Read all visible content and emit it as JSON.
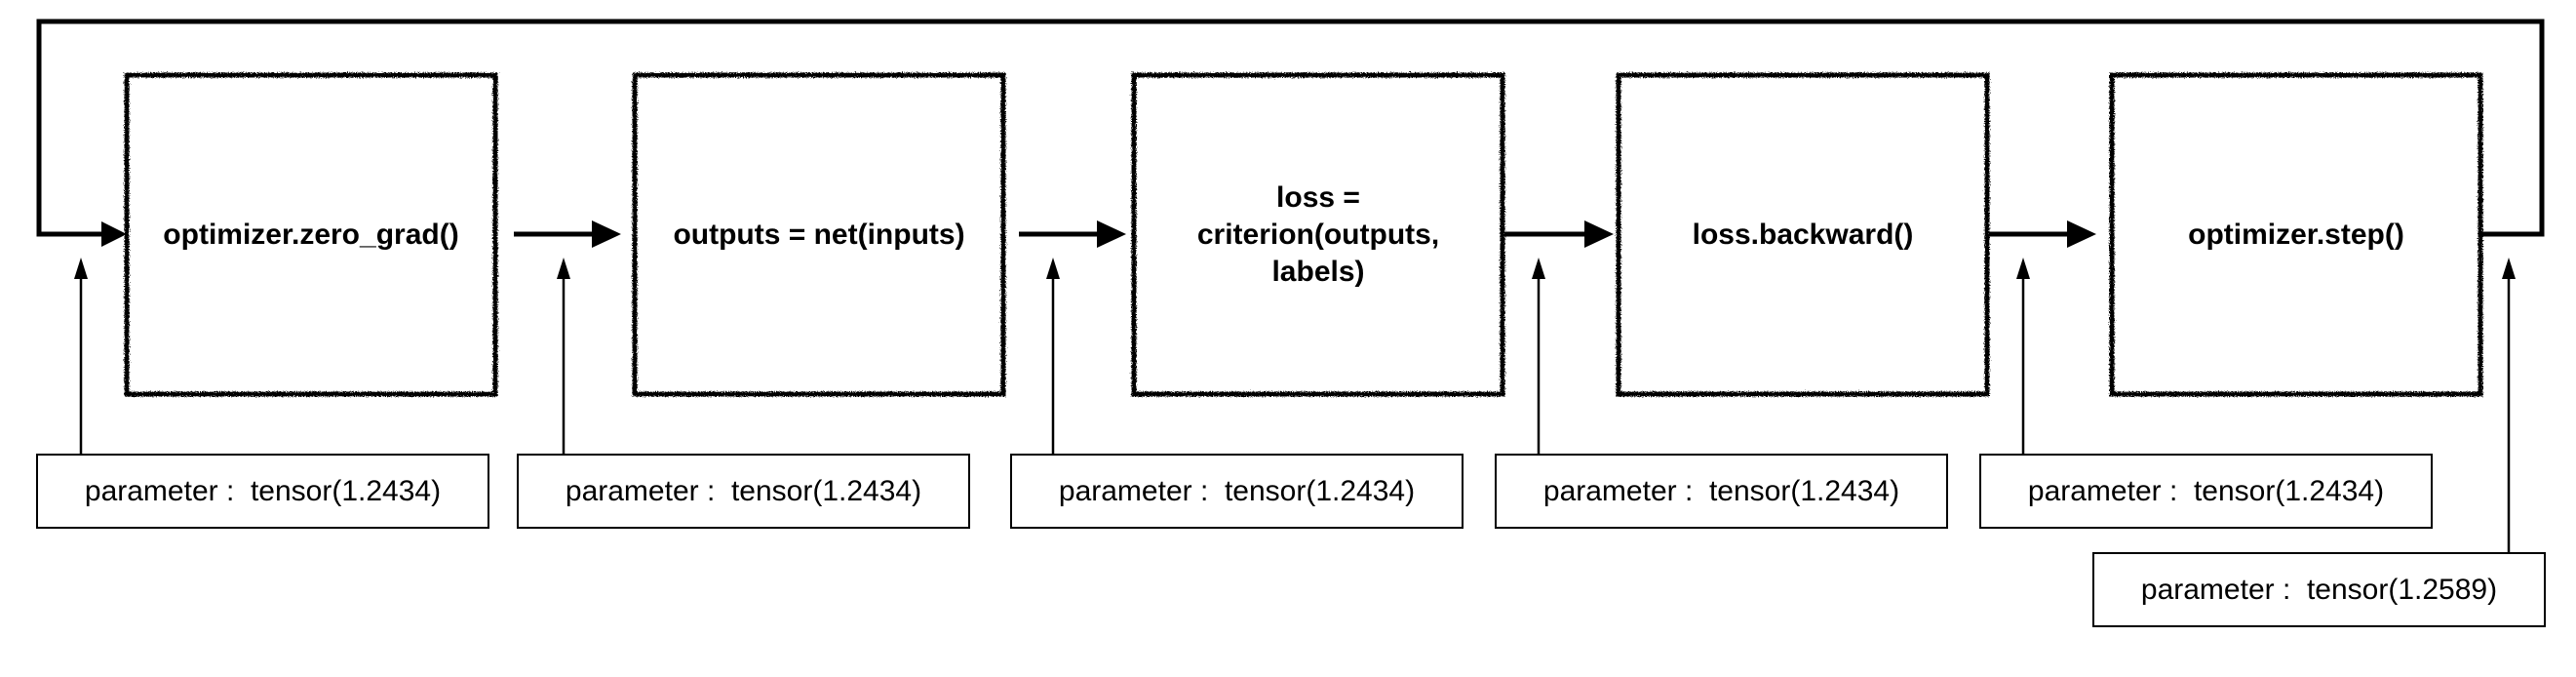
{
  "colors": {
    "line": "#000000",
    "background": "#ffffff",
    "text": "#000000"
  },
  "steps": [
    {
      "label": "optimizer.zero_grad()"
    },
    {
      "label": "outputs = net(inputs)"
    },
    {
      "label": "loss = criterion(outputs, labels)"
    },
    {
      "label": "loss.backward()"
    },
    {
      "label": "optimizer.step()"
    }
  ],
  "parameters": [
    {
      "name": "parameter",
      "value": "tensor(1.2434)"
    },
    {
      "name": "parameter",
      "value": "tensor(1.2434)"
    },
    {
      "name": "parameter",
      "value": "tensor(1.2434)"
    },
    {
      "name": "parameter",
      "value": "tensor(1.2434)"
    },
    {
      "name": "parameter",
      "value": "tensor(1.2434)"
    },
    {
      "name": "parameter",
      "value": "tensor(1.2589)"
    }
  ]
}
